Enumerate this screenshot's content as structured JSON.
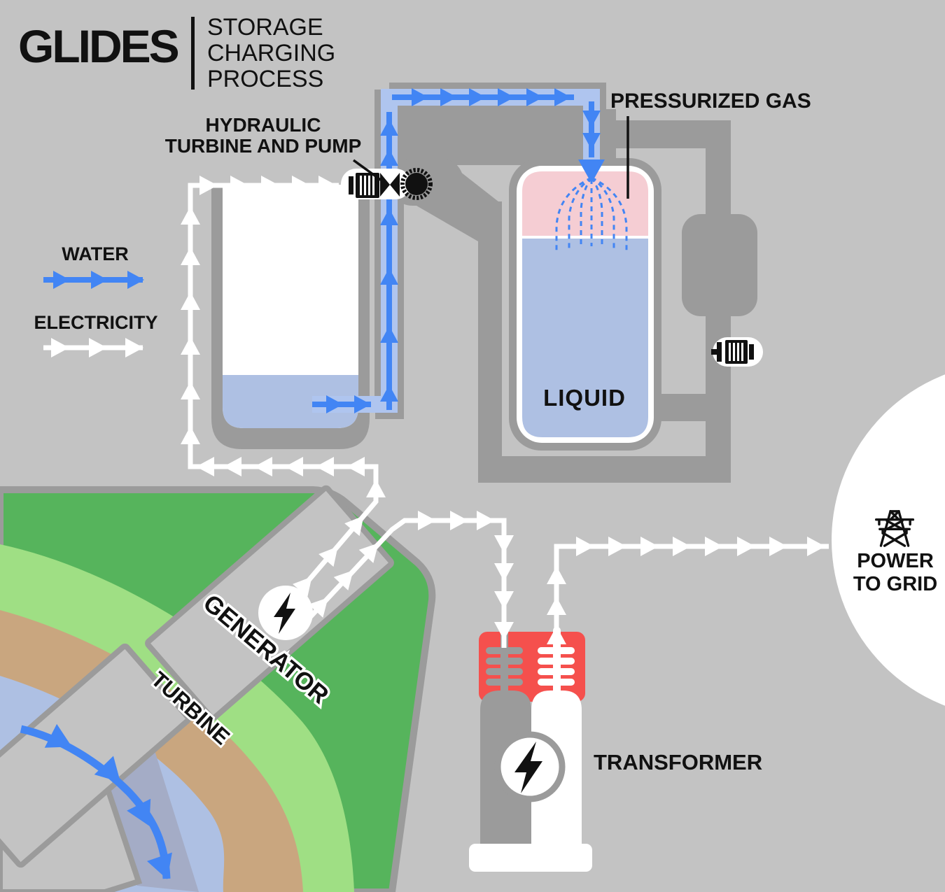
{
  "title": {
    "brand": "GLIDES",
    "subtitle": "STORAGE\nCHARGING\nPROCESS"
  },
  "legend": {
    "water": "WATER",
    "electricity": "ELECTRICITY"
  },
  "labels": {
    "hydraulic_pump": "HYDRAULIC\nTURBINE AND PUMP",
    "pressurized_gas": "PRESSURIZED GAS",
    "liquid": "LIQUID",
    "generator": "GENERATOR",
    "turbine": "TURBINE",
    "transformer": "TRANSFORMER",
    "power_to_grid": "POWER\nTO GRID"
  },
  "colors": {
    "background_gray": "#C3C3C3",
    "pipe_gray": "#9B9B9B",
    "water_blue": "#4285F4",
    "pipe_light_blue": "#AFC5EF",
    "electricity_white": "#FFFFFF",
    "gas_pink": "#F5CDD3",
    "liquid_blue": "#AEC0E3",
    "hill_green": "#56B45C",
    "bank_light_green": "#9FDF84",
    "bank_sand_tan": "#C9A67F",
    "transformer_red": "#F5504D"
  }
}
